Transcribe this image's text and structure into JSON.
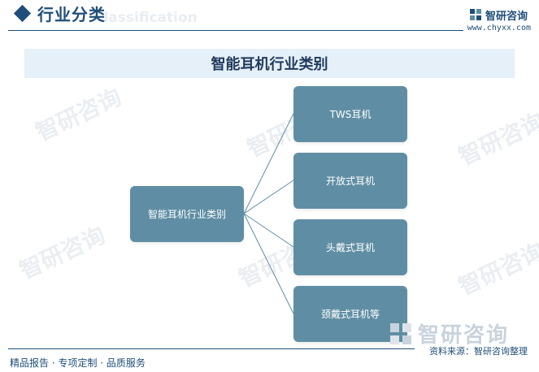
{
  "header": {
    "section_title": "行业分类",
    "section_subtitle": "Classification",
    "brand_name": "智研咨询",
    "brand_url": "www.chyxx.com"
  },
  "diagram": {
    "title": "智能耳机行业类别",
    "root": "智能耳机行业类别",
    "children": [
      "TWS耳机",
      "开放式耳机",
      "头戴式耳机",
      "颈戴式耳机等"
    ]
  },
  "watermark": {
    "text": "智研咨询"
  },
  "footer": {
    "left": "精品报告 · 专项定制 · 品质服务",
    "source": "资料来源：智研咨询整理"
  },
  "colors": {
    "brand": "#1f4e79",
    "node": "#5f8ea4",
    "band": "#e6f0f8",
    "connector": "#5f8ea4"
  }
}
